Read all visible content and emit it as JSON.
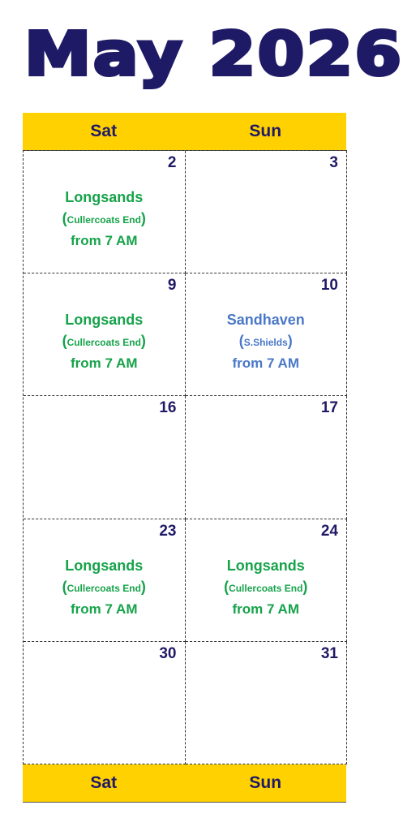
{
  "title": "May 2026",
  "day_headers": [
    "Sat",
    "Sun"
  ],
  "colors": {
    "title": "#1f1a66",
    "header_bg": "#ffd100",
    "event_green": "#16a34a",
    "event_blue": "#4a78c8"
  },
  "weeks": [
    {
      "sat": {
        "day": "2",
        "event": {
          "name": "Longsands",
          "sub": "Cullercoats End",
          "time": "from 7 AM"
        }
      },
      "sun": {
        "day": "3"
      }
    },
    {
      "sat": {
        "day": "9",
        "event": {
          "name": "Longsands",
          "sub": "Cullercoats End",
          "time": "from 7 AM"
        }
      },
      "sun": {
        "day": "10",
        "event": {
          "name": "Sandhaven",
          "sub": "S.Shields",
          "time": "from 7 AM"
        }
      }
    },
    {
      "sat": {
        "day": "16"
      },
      "sun": {
        "day": "17"
      }
    },
    {
      "sat": {
        "day": "23",
        "event": {
          "name": "Longsands",
          "sub": "Cullercoats End",
          "time": "from 7 AM"
        }
      },
      "sun": {
        "day": "24",
        "event": {
          "name": "Longsands",
          "sub": "Cullercoats End",
          "time": "from 7 AM"
        }
      }
    },
    {
      "sat": {
        "day": "30"
      },
      "sun": {
        "day": "31"
      }
    }
  ]
}
